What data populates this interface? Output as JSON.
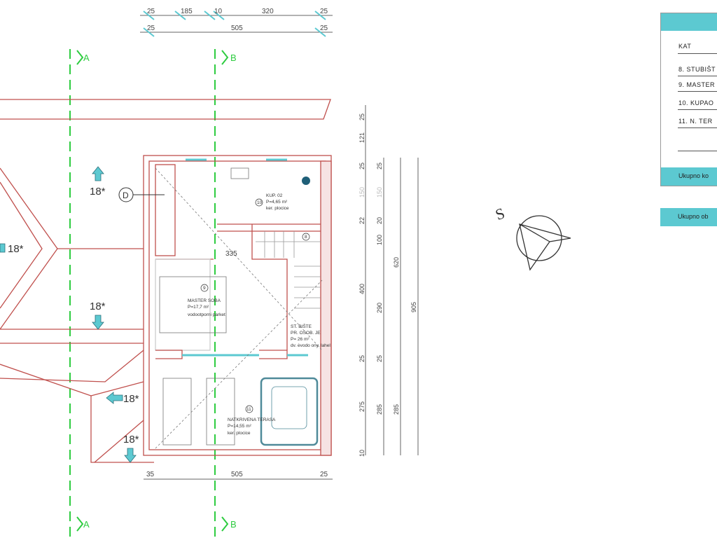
{
  "dimensions": {
    "top_row1": [
      "25",
      "185",
      "10",
      "320",
      "25"
    ],
    "top_row2": [
      "25",
      "505",
      "25"
    ],
    "bottom": [
      "35",
      "505",
      "25"
    ],
    "right_col1": [
      "25",
      "121",
      "25",
      "150",
      "22",
      "400",
      "25",
      "275",
      "10"
    ],
    "right_col2": [
      "25",
      "150",
      "20",
      "100",
      "290",
      "25",
      "285"
    ],
    "right_col3": [
      "620",
      "285"
    ],
    "right_col4": [
      "905"
    ],
    "interior": "335"
  },
  "axes": {
    "a": "A",
    "b": "B"
  },
  "slopes": [
    "18*",
    "18*",
    "18*",
    "18*",
    "18*"
  ],
  "detail_marker": "D",
  "rooms": [
    {
      "num": "8",
      "name": "ST. BIŠTE",
      "line2": "PR. OSOB. JE",
      "area": "P= 26 m²",
      "floor": "dv. ėvodo ony. lahel"
    },
    {
      "num": "9",
      "name": "MASTER SOBA",
      "area": "P=17,7 m²",
      "floor": "vodootporni parket"
    },
    {
      "num": "10",
      "name": "KUP. 02",
      "area": "P=4,65 m²",
      "floor": "ker. plocice"
    },
    {
      "num": "11",
      "name": "NATKRIVENA TERASA",
      "area": "P=14,55 m²",
      "floor": "ker. plocice"
    }
  ],
  "compass": "S",
  "legend": {
    "header": "KAT",
    "rows": [
      "8. STUBIŠT",
      "9. MASTER",
      "10. KUPAO",
      "11. N. TER"
    ],
    "total_floor": "Ukupno ko",
    "total_overall": "Ukupno ob"
  },
  "colors": {
    "wall": "#c0504d",
    "axis": "#2ecc40",
    "accent": "#5cc9d1"
  }
}
